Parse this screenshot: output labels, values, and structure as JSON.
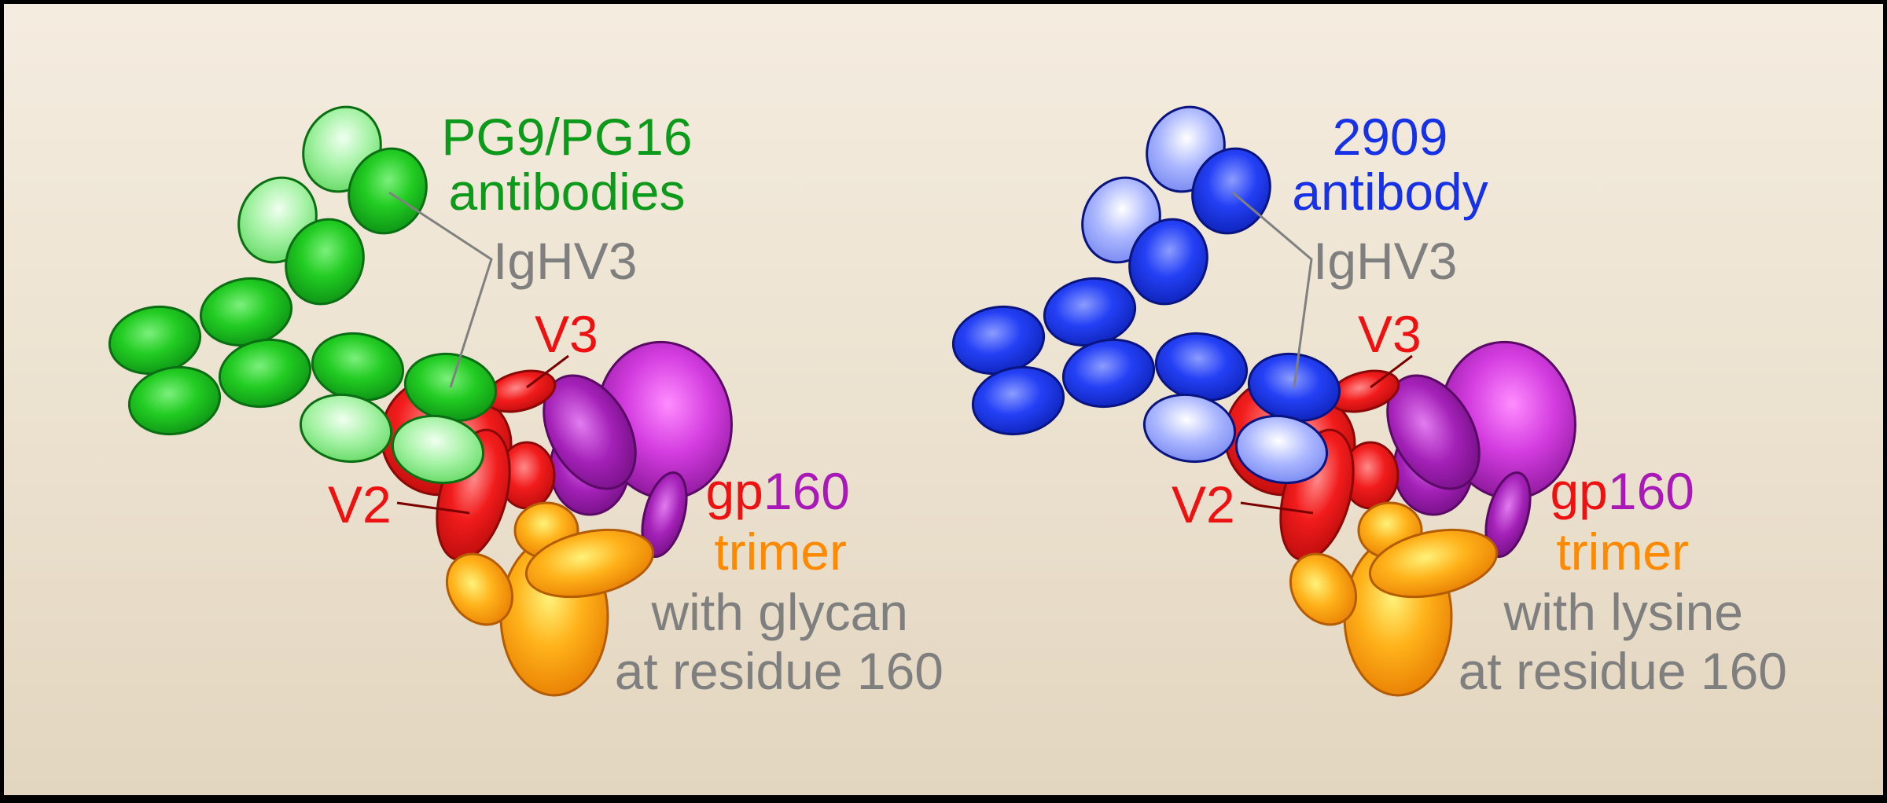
{
  "panels": [
    {
      "antibody_line1": "PG9/PG16",
      "antibody_line2": "antibodies",
      "antibody_color": "#0d9a1a",
      "ighv_label": "IgHV3",
      "v3_label": "V3",
      "v2_label": "V2",
      "gp_prefix": "gp",
      "gp_number": "160",
      "trimer_label": "trimer",
      "residue_line1": "with glycan",
      "residue_line2": "at residue 160"
    },
    {
      "antibody_line1": "2909",
      "antibody_line2": "antibody",
      "antibody_color": "#1631e6",
      "ighv_label": "IgHV3",
      "v3_label": "V3",
      "v2_label": "V2",
      "gp_prefix": "gp",
      "gp_number": "160",
      "trimer_label": "trimer",
      "residue_line1": "with lysine",
      "residue_line2": "at residue 160"
    }
  ],
  "colors": {
    "red": "#ee1111",
    "purple": "#a819b8",
    "orange": "#ff8a00",
    "gray": "#7f7f7f",
    "green": "#0d9a1a",
    "blue": "#1631e6"
  }
}
